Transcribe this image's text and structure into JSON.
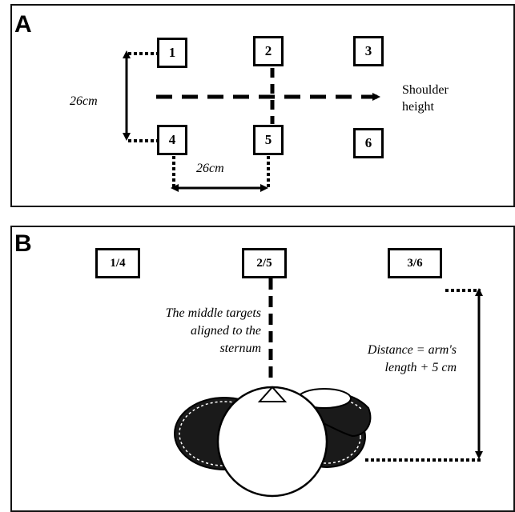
{
  "panel_a": {
    "letter": "A",
    "targets": [
      "1",
      "2",
      "3",
      "4",
      "5",
      "6"
    ],
    "vertical_distance": "26cm",
    "horizontal_distance": "26cm",
    "arrow_label_line1": "Shoulder",
    "arrow_label_line2": "height"
  },
  "panel_b": {
    "letter": "B",
    "targets": [
      "1/4",
      "2/5",
      "3/6"
    ],
    "middle_note_line1": "The middle targets",
    "middle_note_line2": "aligned to the",
    "middle_note_line3": "sternum",
    "distance_line1": "Distance = arm's",
    "distance_line2": "length + 5 cm"
  }
}
